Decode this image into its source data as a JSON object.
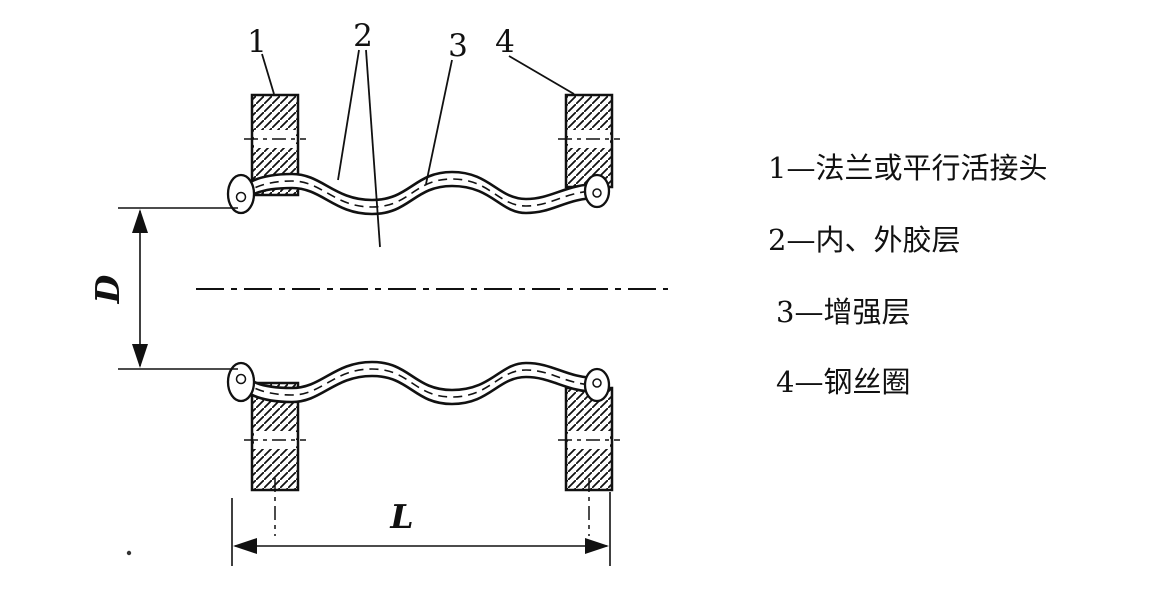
{
  "figure": {
    "callouts": [
      "1",
      "2",
      "3",
      "4"
    ],
    "dim_d": "D",
    "dim_l": "L"
  },
  "legend": {
    "items": [
      "1—法兰或平行活接头",
      "2—内、外胶层",
      "3—增强层",
      "4—钢丝圈"
    ]
  }
}
